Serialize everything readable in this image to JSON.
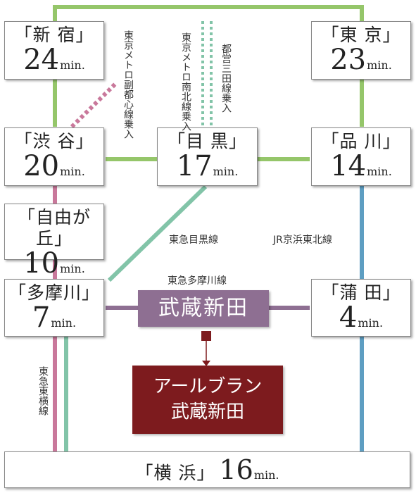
{
  "stations": {
    "shinjuku": {
      "name": "「新 宿」",
      "minutes": "24",
      "unit": "min."
    },
    "tokyo": {
      "name": "「東 京」",
      "minutes": "23",
      "unit": "min."
    },
    "shibuya": {
      "name": "「渋 谷」",
      "minutes": "20",
      "unit": "min."
    },
    "meguro": {
      "name": "「目 黒」",
      "minutes": "17",
      "unit": "min."
    },
    "shinagawa": {
      "name": "「品 川」",
      "minutes": "14",
      "unit": "min."
    },
    "jiyugaoka": {
      "name": "「自由が丘」",
      "minutes": "10",
      "unit": "min."
    },
    "tamagawa": {
      "name": "「多摩川」",
      "minutes": "7",
      "unit": "min."
    },
    "kamata": {
      "name": "「蒲 田」",
      "minutes": "4",
      "unit": "min."
    },
    "yokohama": {
      "name": "「横 浜」",
      "minutes": "16",
      "unit": "min."
    }
  },
  "lines": {
    "fukutoshin": "東京メトロ副都心線乗入",
    "nanboku": "東京メトロ南北線乗入",
    "mita": "都営三田線乗入",
    "meguro_line": "東急目黒線",
    "keihin_tohoku": "JR京浜東北線",
    "tamagawa_line": "東急多摩川線",
    "toyoko": "東急東横線"
  },
  "home_station": "武蔵新田",
  "callout": {
    "line1": "アールブラン",
    "line2": "武蔵新田"
  },
  "colors": {
    "green": "#95c66a",
    "pink": "#c9789b",
    "teal": "#82c4a8",
    "blue": "#5e9ec2",
    "purple": "#8e6f92",
    "maroon": "#7d1b1e"
  }
}
